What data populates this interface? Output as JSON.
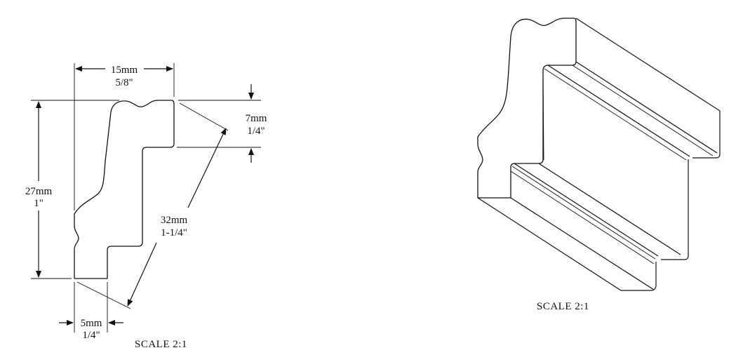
{
  "profile_drawing": {
    "width_dim": {
      "mm": "15mm",
      "inch": "5/8\""
    },
    "height_dim": {
      "mm": "27mm",
      "inch": "1\""
    },
    "lip_dim": {
      "mm": "7mm",
      "inch": "1/4\""
    },
    "diagonal_dim": {
      "mm": "32mm",
      "inch": "1-1/4\""
    },
    "base_dim": {
      "mm": "5mm",
      "inch": "1/4\""
    },
    "scale_label": "SCALE  2:1"
  },
  "isometric_drawing": {
    "scale_label": "SCALE  2:1"
  }
}
